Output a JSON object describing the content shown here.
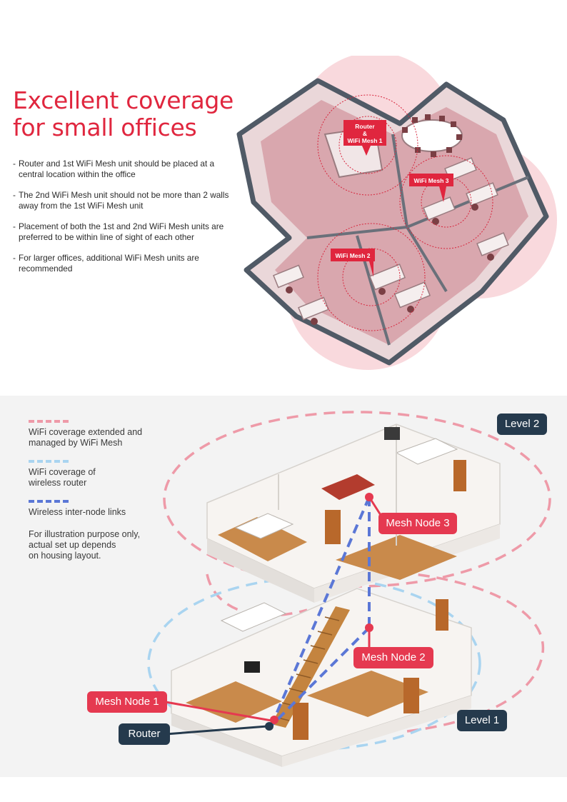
{
  "office": {
    "headline": "Excellent coverage\nfor small offices",
    "bullets": [
      "Router and 1st WiFi Mesh unit should be placed at a central location within the office",
      "The 2nd WiFi Mesh unit should not be more than 2 walls away from the 1st WiFi Mesh unit",
      "Placement of both the 1st and 2nd WiFi Mesh units are preferred to be within line of sight of each other",
      "For larger offices, additional WiFi Mesh units are recommended"
    ],
    "callouts": {
      "router_line1": "Router",
      "router_line2": "&",
      "router_line3": "WiFi Mesh 1",
      "mesh3": "WiFi Mesh 3",
      "mesh2": "WiFi Mesh 2"
    },
    "colors": {
      "accent": "#e0263e",
      "coverage": "#f6c9d0"
    }
  },
  "home": {
    "legend": {
      "mesh_coverage": "WiFi coverage extended and\nmanaged by WiFi Mesh",
      "router_coverage": "WiFi coverage of\nwireless router",
      "inter_node": "Wireless inter-node links",
      "note": "For illustration purpose only,\nactual set up depends\non housing layout."
    },
    "labels": {
      "level2": "Level 2",
      "level1": "Level 1",
      "node3": "Mesh Node 3",
      "node2": "Mesh Node 2",
      "node1": "Mesh Node 1",
      "router": "Router"
    },
    "colors": {
      "mesh_dash": "#ee9aa8",
      "router_dash": "#a9d4f0",
      "link_dash": "#5b77d6",
      "node_red": "#e53950",
      "navy": "#253a4d"
    }
  }
}
